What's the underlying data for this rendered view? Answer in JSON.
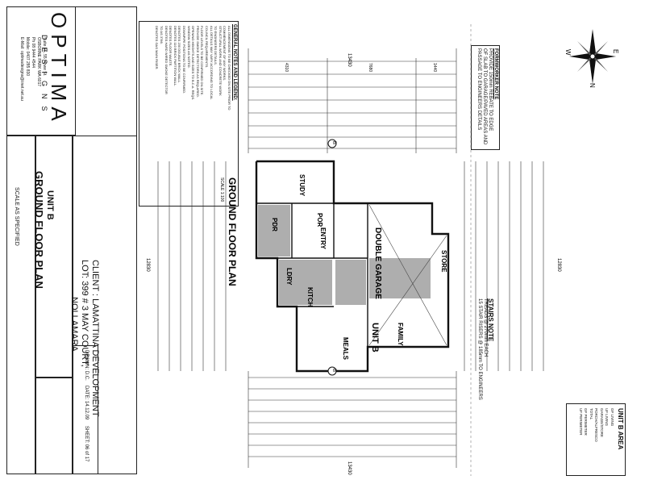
{
  "company": {
    "name": "OPTIMA",
    "tagline": "DESIGNS",
    "address_1": "Suite 16, 55 Howe St.",
    "address_2": "OSBORNE PARK WA 6017",
    "address_3": "",
    "phone": "Ph 08 9444 4544",
    "mobile": "Mobile: 0407 285 830",
    "email": "E-Mail: optimadesigns@iinet.net.au"
  },
  "title_block": {
    "unit": "UNIT B",
    "plan_title": "GROUND FLOOR PLAN",
    "scale": "SCALE AS SPECIFIED",
    "client": "CLIENT : LAMATTINA DEVELOPMENT",
    "lot": "LOT: 399 # 3 MAY COURT,",
    "suburb": "NOLLAMARA",
    "drawn_label": "DRAWN:",
    "drawn_value": "D.C.",
    "date_label": "DATE:",
    "date_value": "14.12.09",
    "sheet_label": "SHEET:",
    "sheet_value": "06 of 17"
  },
  "notes": {
    "heading": "GENERAL NOTES AND LEGEND:",
    "line_1": "ALL DIMENSIONS TO BE CHECKED ON SITE PRIOR TO",
    "line_2": "COMMENCEMENT OF ANY WORKS.",
    "line_3": "STRUCTURAL WORK AND CONCRETE WORK",
    "line_4": "TO ENGINEERS DETAILS.",
    "line_5": "ALL DETAILS MAY VARY ACCORDING TO LOCAL",
    "line_6": "COUNCIL REQUIREMENTS.",
    "line_7": "FLOOR LEVELS TO BE CONFIRMED ON SITE.",
    "line_8": "PROVIDE SMOKE DETECTORS AS REQUIRED.",
    "line_9": "OPENING HEIGHTS AND SIZES TO B.C.A. REQS.",
    "line_10": "WINDOW SIZES AS NOTED.",
    "line_11": "DOWNPIPE POSITIONS TO BE CONFIRMED.",
    "line_12": "DENOTES 230 DOUBLE BRICK WALL.",
    "line_13": "DENOTES 110 BRICK PARTITION WALL.",
    "line_14": "DENOTES FLOOR WASTE.",
    "line_15": "DENOTES HARD WIRED SMOKE DETECTOR",
    "line_16": "TO AS 3786.",
    "line_17": "DENOTES GAS MAIN RISER."
  },
  "formworker": {
    "heading": "FORMWORKER NOTE",
    "line_1": "PROVIDE 150mm REBATE TO EDGE",
    "line_2": "OF SLAB TO GARAGE/PAVED AREAS AND",
    "line_3": "PASSAGE TO ENGINEERS DETAILS"
  },
  "stairs": {
    "heading": "STAIRS NOTE",
    "line_1": "TREADS @ 270mm EACH",
    "line_2": "15 STAIR RISERS @ 185mm TO ENGINEERS"
  },
  "area": {
    "heading": "UNIT B AREA",
    "row_1_label": "GF LIVING",
    "row_1_value": "",
    "row_2_label": "UF LIVING",
    "row_2_value": "",
    "row_3_label": "GARAGE/STORE",
    "row_3_value": "",
    "row_4_label": "PORCH/ALFRESCO",
    "row_4_value": "",
    "row_5_label": "TOTAL",
    "row_5_value": "",
    "row_6_label": "GF PERIMETER",
    "row_6_value": "",
    "row_7_label": "UF PERIMETER",
    "row_7_value": ""
  },
  "compass": {
    "n": "N",
    "e": "E",
    "w": "W"
  },
  "plan": {
    "heading": "GROUND FLOOR PLAN",
    "scale": "SCALE 1:100",
    "overall_width": "13430",
    "overall_depth": "12830",
    "dim_1": "4310",
    "dim_2": "7680",
    "dim_3": "1440",
    "section_mark": "B"
  },
  "rooms": {
    "study": "STUDY",
    "por": "POR",
    "entry": "ENTRY",
    "pdr": "PDR",
    "ldry": "LDRY",
    "kitch": "KITCH",
    "double_garage": "DOUBLE GARAGE",
    "store": "STORE",
    "meals": "MEALS",
    "family": "FAMILY",
    "unit_b": "UNIT B"
  }
}
